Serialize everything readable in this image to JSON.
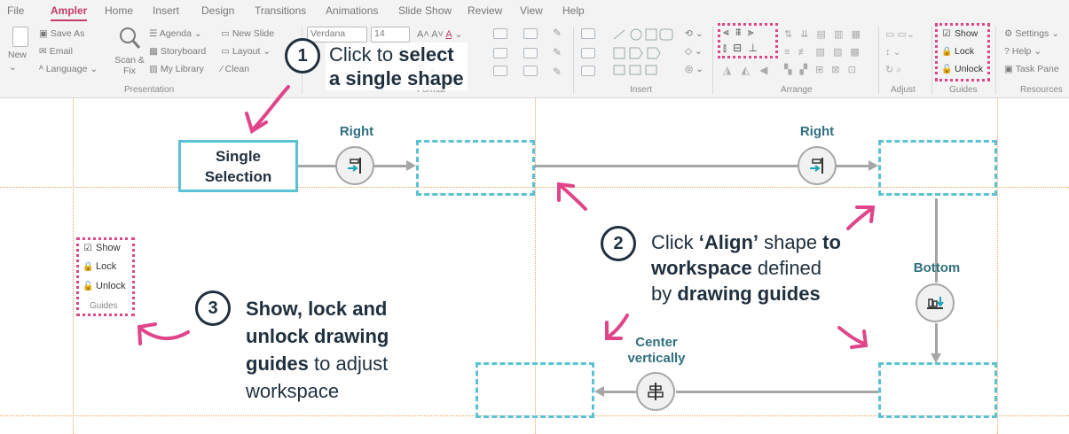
{
  "menu": {
    "tabs": [
      "File",
      "Ampler",
      "Home",
      "Insert",
      "Design",
      "Transitions",
      "Animations",
      "Slide Show",
      "Review",
      "View",
      "Help"
    ],
    "active": "Ampler"
  },
  "ribbon": {
    "presentation": {
      "new": "New",
      "save_as": "Save As",
      "email": "Email",
      "language": "Language",
      "scan_fix": "Scan & Fix",
      "agenda": "Agenda",
      "storyboard": "Storyboard",
      "my_library": "My Library",
      "new_slide": "New Slide",
      "layout": "Layout",
      "clean": "Clean",
      "group_label": "Presentation"
    },
    "font": {
      "font_name": "Verdana",
      "font_size": "14",
      "group_label": "Format"
    },
    "insert_label": "Insert",
    "arrange_label": "Arrange",
    "adjust_label": "Adjust",
    "guides": {
      "show": "Show",
      "lock": "Lock",
      "unlock": "Unlock",
      "group_label": "Guides"
    },
    "resources": {
      "settings": "Settings",
      "help": "Help",
      "task_pane": "Task Pane",
      "group_label": "Resources"
    }
  },
  "canvas": {
    "single_selection": "Single\nSelection",
    "label_right_1": "Right",
    "label_right_2": "Right",
    "label_bottom": "Bottom",
    "label_center": "Center\nvertically",
    "callout1": {
      "num": "1",
      "line1_a": "Click to ",
      "line1_b": "select",
      "line2": "a single shape"
    },
    "callout2": {
      "num": "2",
      "l1_a": "Click ",
      "l1_b": "‘Align’",
      "l1_c": " shape ",
      "l1_d": "to",
      "l2_a": "workspace",
      "l2_b": " defined",
      "l3_a": "by ",
      "l3_b": "drawing guides"
    },
    "callout3": {
      "num": "3",
      "l1": "Show, lock and",
      "l2": "unlock drawing",
      "l3_a": "guides",
      "l3_b": " to adjust",
      "l4": "workspace"
    },
    "mini_guides": {
      "show": "Show",
      "lock": "Lock",
      "unlock": "Unlock",
      "label": "Guides"
    }
  },
  "colors": {
    "accent_pink": "#e0458a",
    "teal": "#5bc2d6",
    "navy": "#1f2f3e",
    "guide_orange": "#f2a35c"
  },
  "icons": [
    "checkbox-icon",
    "lock-icon",
    "unlock-icon",
    "align-right-icon",
    "align-bottom-icon",
    "align-center-vertical-icon",
    "settings-icon",
    "help-icon",
    "task-pane-icon"
  ]
}
